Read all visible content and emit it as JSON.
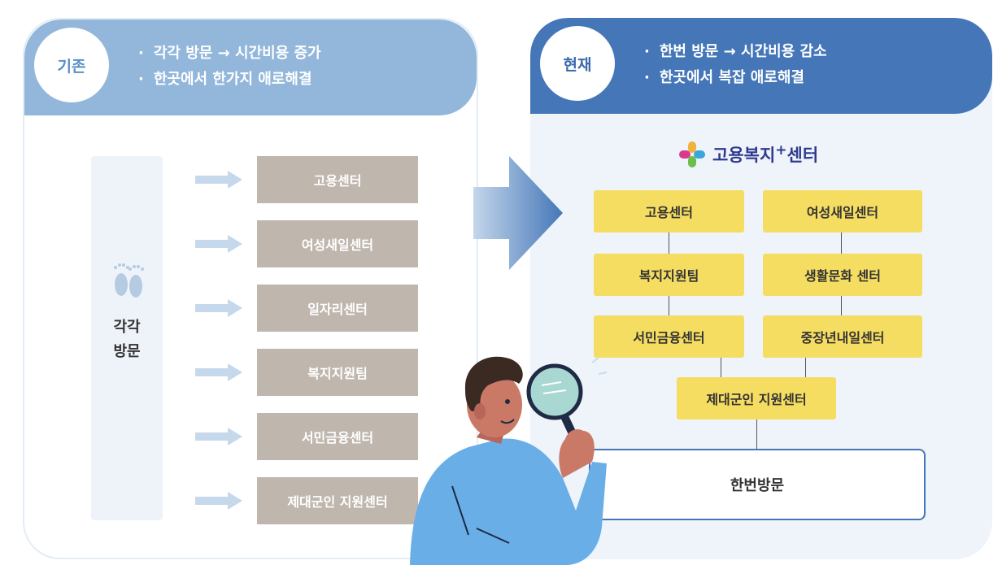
{
  "before": {
    "badge": "기존",
    "points": [
      "각각 방문 → 시간비용 증가",
      "한곳에서 한가지 애로해결"
    ],
    "visit_label_line1": "각각",
    "visit_label_line2": "방문",
    "centers": [
      "고용센터",
      "여성새일센터",
      "일자리센터",
      "복지지원팀",
      "서민금융센터",
      "제대군인 지원센터"
    ]
  },
  "after": {
    "badge": "현재",
    "points": [
      "한번 방문 → 시간비용 감소",
      "한곳에서 복잡 애로해결"
    ],
    "logo_text": "고용복지",
    "logo_sup": "+",
    "logo_suffix": "센터",
    "left_column": [
      "고용센터",
      "복지지원팀",
      "서민금융센터"
    ],
    "right_column": [
      "여성새일센터",
      "생활문화 센터",
      "중장년내일센터"
    ],
    "bottom_center": "제대군인 지원센터",
    "one_visit": "한번방문"
  },
  "colors": {
    "before_header": "#92b7db",
    "after_header": "#4577b8",
    "before_box": "#bfb6ad",
    "after_box": "#f5dd62",
    "logo_text": "#2f3a8f"
  }
}
